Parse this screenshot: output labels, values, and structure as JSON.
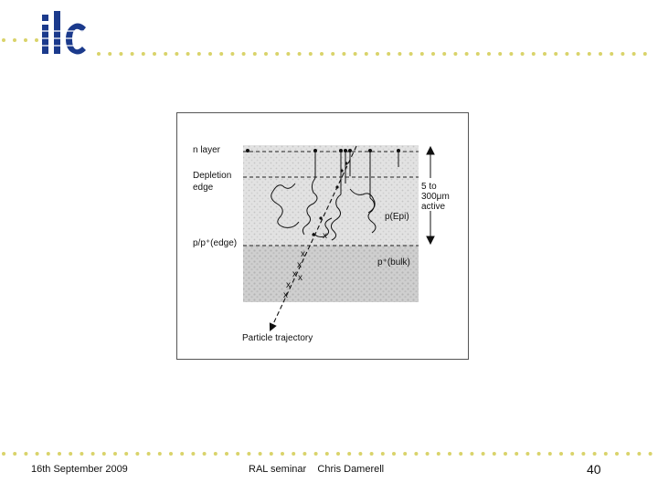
{
  "header": {
    "logo_text": "ilc"
  },
  "diagram": {
    "labels": {
      "n_layer": "n layer",
      "depletion_line1": "Depletion",
      "depletion_line2": "edge",
      "pp_edge": "p/p⁺(edge)",
      "p_epi": "p(Epi)",
      "p_bulk": "p⁺(bulk)",
      "thickness_line1": "5 to",
      "thickness_line2": "300μm",
      "thickness_line3": "active",
      "particle_trajectory": "Particle trajectory",
      "hit_mark": "x"
    }
  },
  "footer": {
    "date": "16th September 2009",
    "center": "RAL seminar    Chris Damerell",
    "page_number": "40"
  },
  "colors": {
    "brand": "#1b3a8c",
    "dots": "#d9d36a"
  }
}
